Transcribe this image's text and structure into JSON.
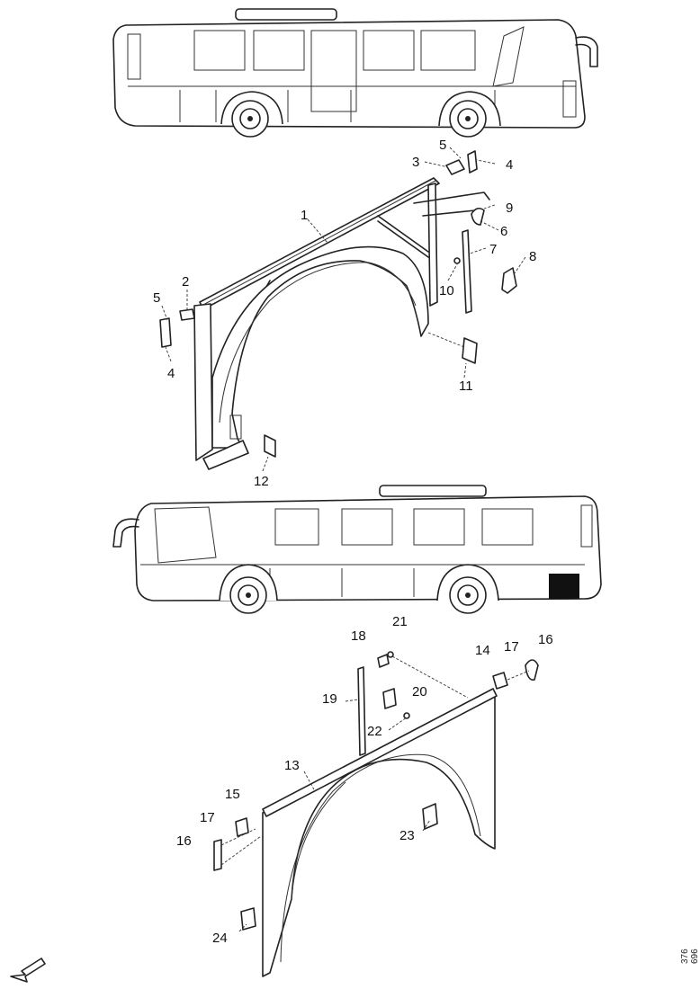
{
  "callouts": {
    "c1": "1",
    "c2": "2",
    "c3": "3",
    "c4a": "4",
    "c4b": "4",
    "c5a": "5",
    "c5b": "5",
    "c6": "6",
    "c7": "7",
    "c8": "8",
    "c9": "9",
    "c10": "10",
    "c11": "11",
    "c12": "12",
    "c13": "13",
    "c14": "14",
    "c15": "15",
    "c16a": "16",
    "c16b": "16",
    "c17a": "17",
    "c17b": "17",
    "c18": "18",
    "c19": "19",
    "c20": "20",
    "c21": "21",
    "c22": "22",
    "c23": "23",
    "c24": "24"
  },
  "doc_ref": "376 696",
  "icons": [
    "bus-side-view",
    "direction-arrow-icon"
  ]
}
